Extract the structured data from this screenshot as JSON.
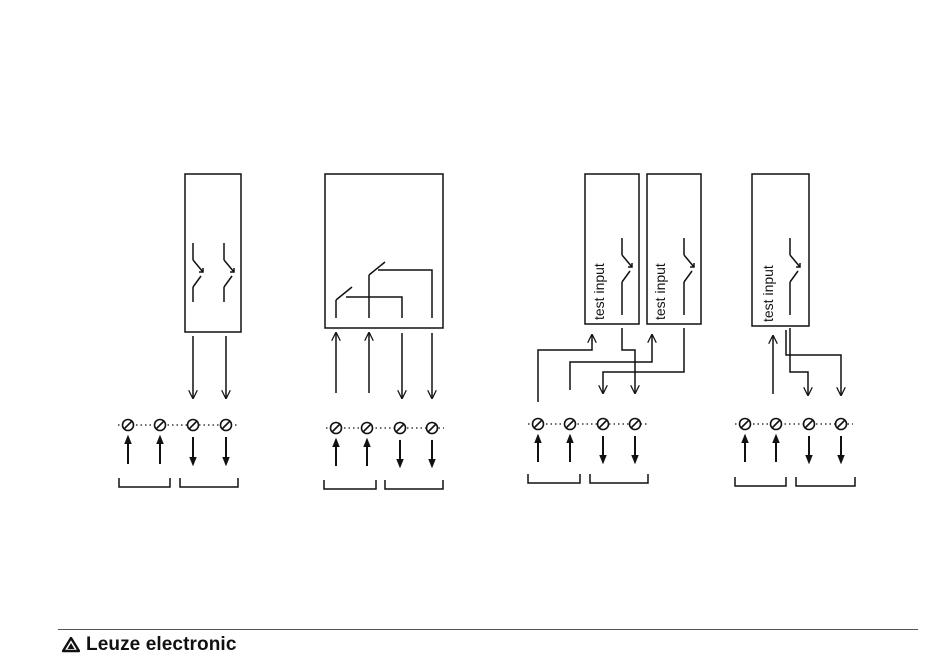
{
  "diagram": {
    "labels": {
      "test_input": "test input"
    },
    "colors": {
      "stroke": "#111111",
      "background": "#ffffff",
      "terminal_fill": "#ffffff"
    },
    "panels": [
      {
        "name": "panel-transistor-outputs",
        "device": "two-transistor-outputs"
      },
      {
        "name": "panel-relay-contacts",
        "device": "two-relay-contacts"
      },
      {
        "name": "panel-two-devices-test-input",
        "device": "two-devices-with-test-input"
      },
      {
        "name": "panel-single-device-test-input",
        "device": "single-device-with-test-input"
      }
    ]
  },
  "footer": {
    "brand_name": "Leuze electronic",
    "logo_icon": "leuze-triangle-logo-icon"
  }
}
